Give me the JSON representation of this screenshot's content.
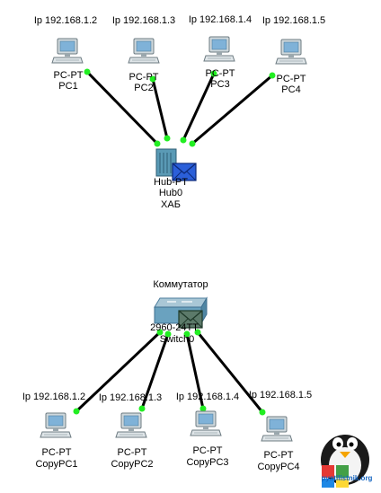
{
  "top_network": {
    "hub": {
      "model": "Hub-PT",
      "name": "Hub0",
      "caption": "ХАБ"
    },
    "pcs": [
      {
        "ip": "Ip 192.168.1.2",
        "model": "PC-PT",
        "name": "PC1"
      },
      {
        "ip": "Ip 192.168.1.3",
        "model": "PC-PT",
        "name": "PC2"
      },
      {
        "ip": "Ip 192.168.1.4",
        "model": "PC-PT",
        "name": "PC3"
      },
      {
        "ip": "Ip 192.168.1.5",
        "model": "PC-PT",
        "name": "PC4"
      }
    ]
  },
  "bottom_network": {
    "switch": {
      "caption": "Коммутатор",
      "model": "2960-24TT",
      "name": "Switch0"
    },
    "pcs": [
      {
        "ip": "Ip 192.168.1.2",
        "model": "PC-PT",
        "name": "CopyPC1"
      },
      {
        "ip": "Ip 192.168.1.3",
        "model": "PC-PT",
        "name": "CopyPC2"
      },
      {
        "ip": "Ip 192.168.1.4",
        "model": "PC-PT",
        "name": "CopyPC3"
      },
      {
        "ip": "Ip 192.168.1.5",
        "model": "PC-PT",
        "name": "CopyPC4"
      }
    ]
  },
  "watermark": {
    "text": "pyatilistnik.org"
  },
  "colors": {
    "link": "#000000",
    "port_up": "#22ee22",
    "device_blue": "#5a9ab5",
    "envelope": "#2b5fd9"
  }
}
